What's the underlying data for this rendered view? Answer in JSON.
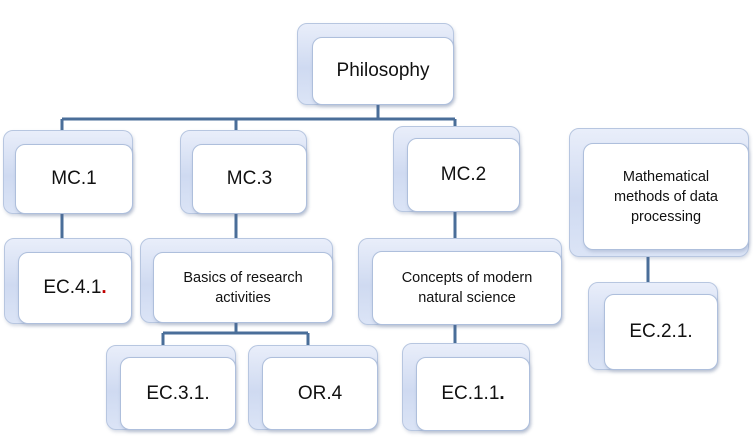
{
  "nodes": {
    "philosophy": "Philosophy",
    "mc1": "MC.1",
    "mc3": "MC.3",
    "mc2": "MC.2",
    "math": "Mathematical methods of data processing",
    "ec41": "EC.4.1",
    "ec41_dot": ".",
    "basics": "Basics of research activities",
    "concepts": "Concepts of modern natural science",
    "ec21": "EC.2.1.",
    "ec31": "EC.3.1.",
    "or4": "OR.4",
    "ec11": "EC.1.1",
    "ec11_dot": "."
  },
  "colors": {
    "connector": "#4a6e99",
    "box_border": "#aebfdc",
    "back_fill": "#d6e0f4",
    "accent_dot": "#c00000"
  }
}
